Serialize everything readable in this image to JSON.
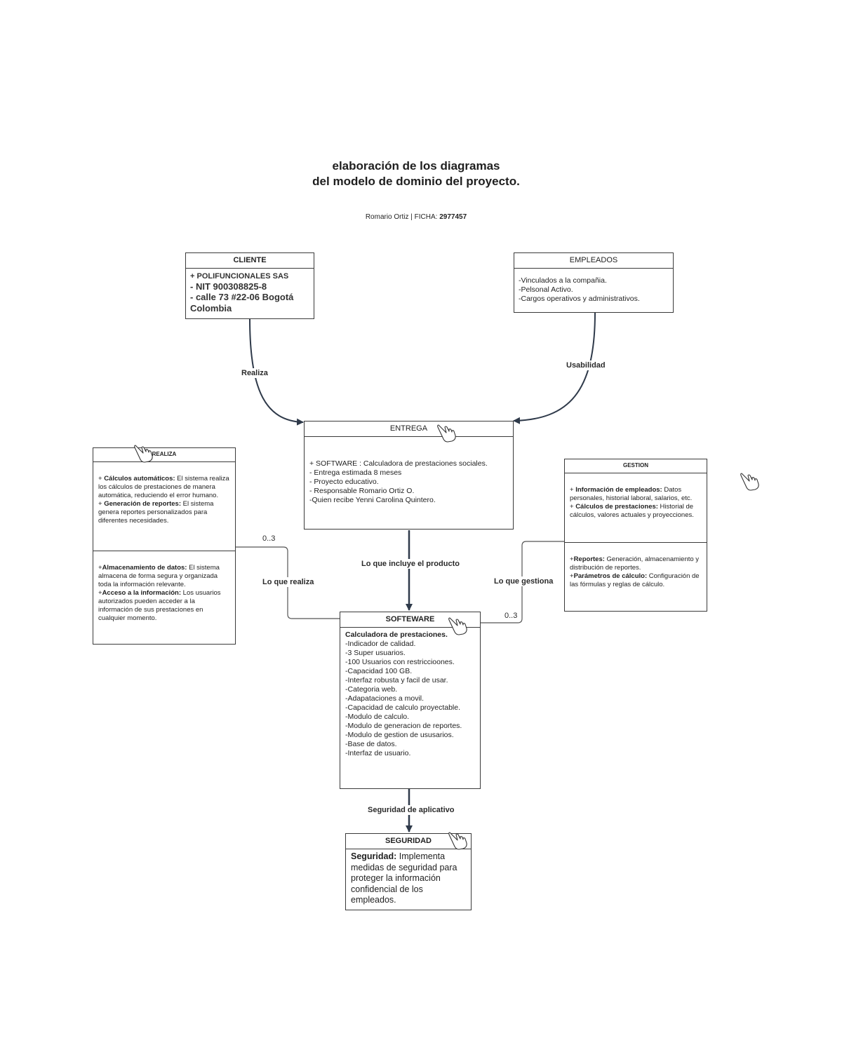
{
  "title": {
    "line1": "elaboración de los diagramas",
    "line2": "del modelo de dominio del proyecto."
  },
  "subtitle": {
    "author": "Romario Ortiz",
    "separator": " | FICHA: ",
    "ficha": "2977457"
  },
  "cliente": {
    "header": "CLIENTE",
    "lines": [
      "+ POLIFUNCIONALES SAS",
      "- NIT 900308825-8",
      "- calle 73 #22-06 Bogotá",
      "Colombia"
    ]
  },
  "empleados": {
    "header": "EMPLEADOS",
    "lines": [
      "-Vinculados a la compañia.",
      "-Pelsonal Activo.",
      "-Cargos operativos y administrativos."
    ]
  },
  "entrega": {
    "header": "ENTREGA",
    "lines": [
      "+ SOFTWARE : Calculadora de prestaciones sociales.",
      "- Entrega estimada 8 meses",
      "- Proyecto educativo.",
      "- Responsable Romario Ortiz O.",
      "-Quien recibe Yenni Carolina Quintero."
    ]
  },
  "realiza": {
    "header": "REALIZA",
    "section1": [
      {
        "prefix": "+ ",
        "bold": "Cálculos automáticos:",
        "text": " El sistema realiza los cálculos de prestaciones de manera automática, reduciendo el error humano."
      },
      {
        "prefix": "+ ",
        "bold": "Generación de reportes:",
        "text": " El sistema genera reportes personalizados para diferentes necesidades."
      }
    ],
    "section2": [
      {
        "prefix": "+",
        "bold": "Almacenamiento de datos:",
        "text": " El sistema almacena de forma segura y organizada toda la información relevante."
      },
      {
        "prefix": "+",
        "bold": "Acceso a la información:",
        "text": " Los usuarios autorizados pueden acceder a la información de sus prestaciones en cualquier momento."
      }
    ]
  },
  "gestion": {
    "header": "GESTION",
    "section1": [
      {
        "prefix": "+ ",
        "bold": "Información de empleados:",
        "text": " Datos personales, historial laboral, salarios, etc."
      },
      {
        "prefix": "+ ",
        "bold": "Cálculos de prestaciones:",
        "text": " Historial de cálculos, valores actuales y proyecciones."
      }
    ],
    "section2": [
      {
        "prefix": "+",
        "bold": "Reportes:",
        "text": " Generación, almacenamiento y distribución de reportes."
      },
      {
        "prefix": "+",
        "bold": "Parámetros de cálculo:",
        "text": " Configuración de las fórmulas y reglas de cálculo."
      }
    ]
  },
  "softeware": {
    "header": "SOFTEWARE",
    "bold_line": "Calculadora de prestaciones.",
    "lines": [
      "-Indicador de calidad.",
      "-3 Super usuarios.",
      "-100 Usuarios con restriccioones.",
      "-Capacidad 100 GB.",
      "-Interfaz robusta y facil de usar.",
      "-Categoria web.",
      "-Adapataciones a movil.",
      "-Capacidad de calculo proyectable.",
      "-Modulo de calculo.",
      "-Modulo de generacion de reportes.",
      "-Modulo de gestion de ususarios.",
      "-Base de datos.",
      "-Interfaz de usuario."
    ]
  },
  "seguridad": {
    "header": "SEGURIDAD",
    "bold": "Seguridad:",
    "text": " Implementa medidas de seguridad para proteger la información confidencial de los empleados."
  },
  "edges": {
    "realiza": "Realiza",
    "usabilidad": "Usabilidad",
    "lo_que_incluye": "Lo que incluye el producto",
    "lo_que_realiza": "Lo que realiza",
    "lo_que_gestiona": "Lo que gestiona",
    "seguridad_aplicativo": "Seguridad de aplicativo",
    "mult_left": "0..3",
    "mult_right": "0..3"
  },
  "colors": {
    "line": "#3a3a3a",
    "arrow": "#2f3a4a"
  }
}
